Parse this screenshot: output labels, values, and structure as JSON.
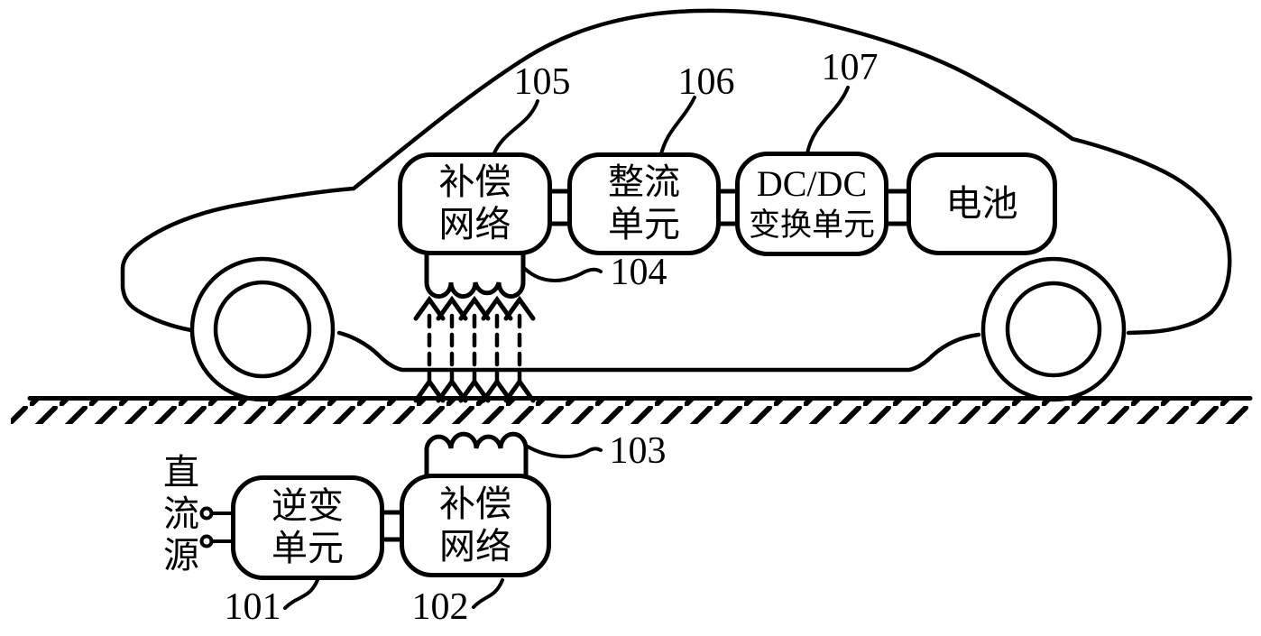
{
  "diagram": {
    "title_hint": "wireless-charging-vehicle-schematic",
    "colors": {
      "line": "#000000",
      "background": "#ffffff"
    },
    "boxes": {
      "compensation_vehicle": {
        "line1": "补偿",
        "line2": "网络"
      },
      "rectifier": {
        "line1": "整流",
        "line2": "单元"
      },
      "dcdc": {
        "line1": "DC/DC",
        "line2": "变换单元"
      },
      "battery": {
        "label": "电池"
      },
      "inverter": {
        "line1": "逆变",
        "line2": "单元"
      },
      "compensation_ground": {
        "line1": "补偿",
        "line2": "网络"
      }
    },
    "labels": {
      "l101": "101",
      "l102": "102",
      "l103": "103",
      "l104": "104",
      "l105": "105",
      "l106": "106",
      "l107": "107"
    },
    "dc_source": "直流源"
  }
}
